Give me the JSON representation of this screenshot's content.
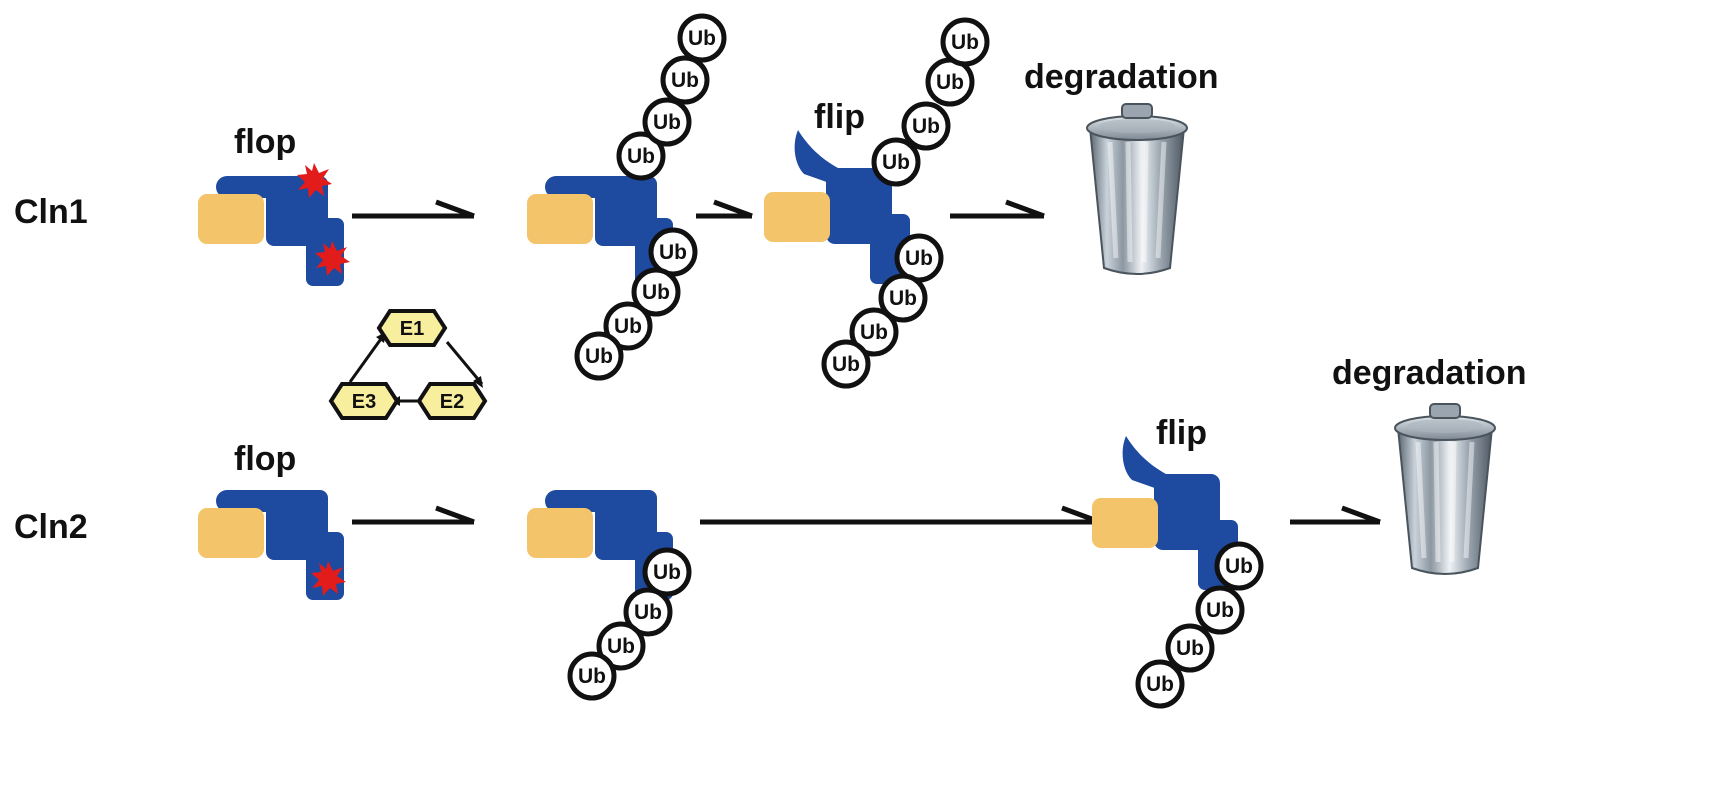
{
  "rows": [
    {
      "label": "Cln1"
    },
    {
      "label": "Cln2"
    }
  ],
  "state_labels": {
    "flop": "flop",
    "flip": "flip",
    "degradation": "degradation"
  },
  "ubiquitin_label": "Ub",
  "enzymes": [
    "E1",
    "E2",
    "E3"
  ],
  "colors": {
    "protein_blue": "#1e4aa0",
    "cyclin_yellow": "#f4c46a",
    "phospho_red": "#e21b1b",
    "enzyme_fill": "#f8ef9e",
    "arrow": "#111111"
  }
}
